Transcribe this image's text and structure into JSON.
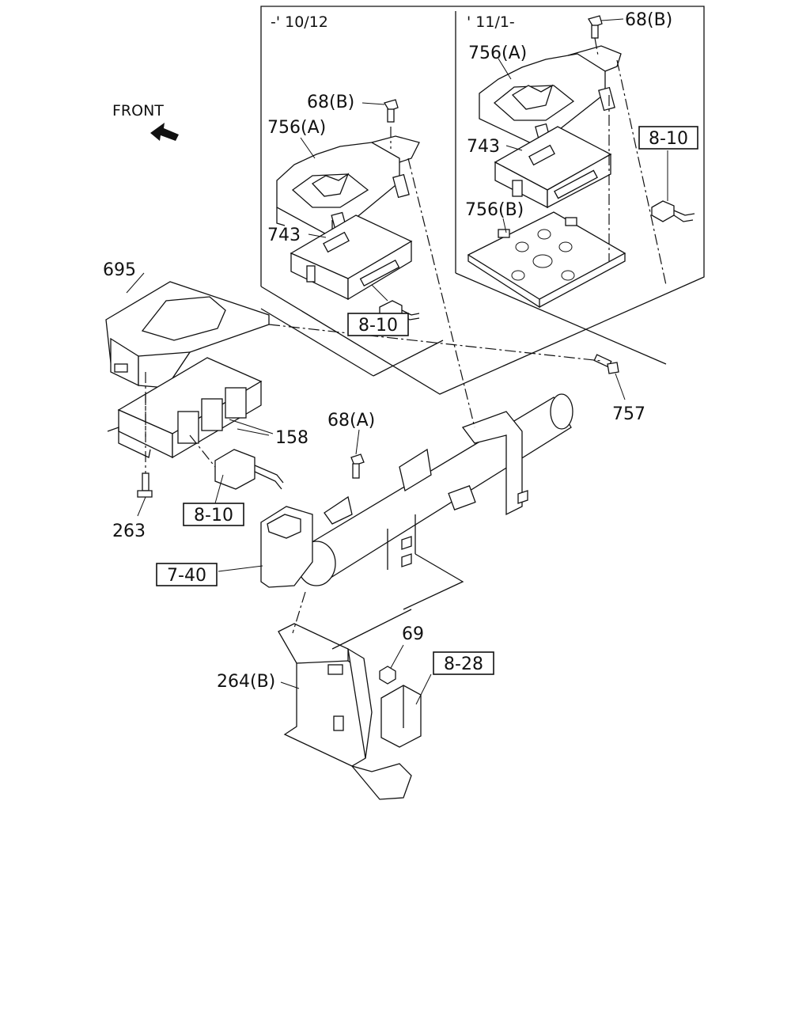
{
  "insets": {
    "left_period": "-' 10/12",
    "right_period": "' 11/1-"
  },
  "direction": {
    "label": "FRONT"
  },
  "callouts": {
    "p68b_left": "68(B)",
    "p756a_left": "756(A)",
    "p743_left": "743",
    "p68b_right": "68(B)",
    "p756a_right": "756(A)",
    "p743_right": "743",
    "p756b_right": "756(B)",
    "p695": "695",
    "p158": "158",
    "p263": "263",
    "p68a": "68(A)",
    "p757": "757",
    "p69": "69",
    "p264b": "264(B)"
  },
  "references": {
    "ref_810_right": "8-10",
    "ref_810_left_inset": "8-10",
    "ref_810_main": "8-10",
    "ref_740": "7-40",
    "ref_828": "8-28"
  }
}
